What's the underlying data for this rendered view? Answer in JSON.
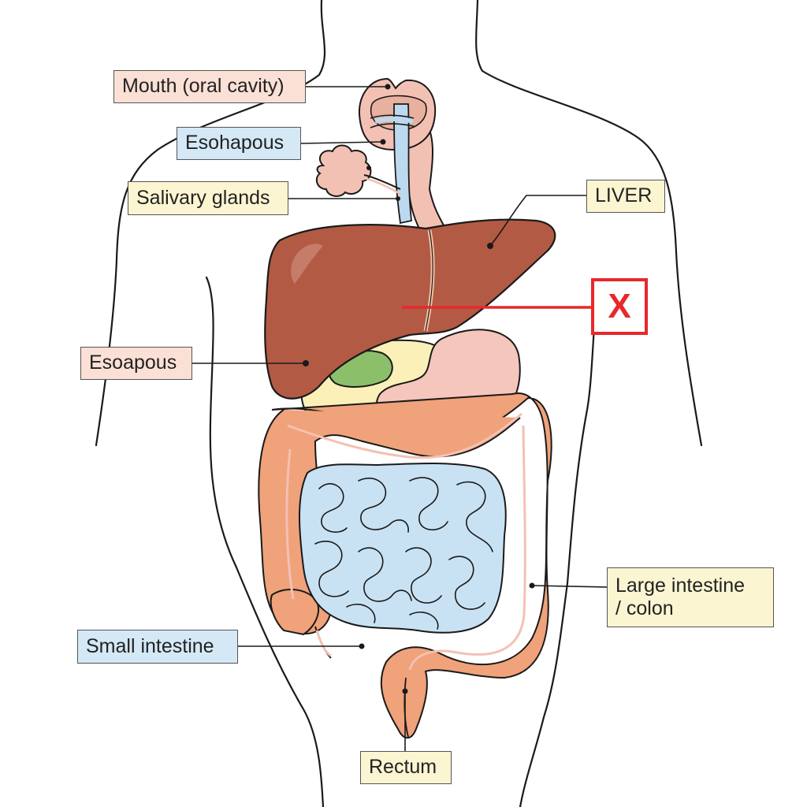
{
  "labels": {
    "mouth": "Mouth (oral cavity)",
    "esophagus": "Esohapous",
    "salivary": "Salivary glands",
    "liver": "LIVER",
    "stomach": "Esoapous",
    "large_intestine_line1": "Large intestine",
    "large_intestine_line2": "/ colon",
    "small_intestine": "Small intestine",
    "rectum": "Rectum"
  },
  "marker": {
    "text": "X"
  },
  "colors": {
    "liver": "#b35a45",
    "stomach": "#f5c6bb",
    "small_intestine": "#c9e2f3",
    "large_intestine": "#f0a27a",
    "gallbladder": "#8cbf6a",
    "pancreas": "#fbf0b8",
    "esophagus": "#bcd9ef",
    "pharynx": "#f3c1b3",
    "marker": "#e8282b",
    "outline": "#1a1a1a"
  },
  "icons": [
    "close-x-icon"
  ]
}
